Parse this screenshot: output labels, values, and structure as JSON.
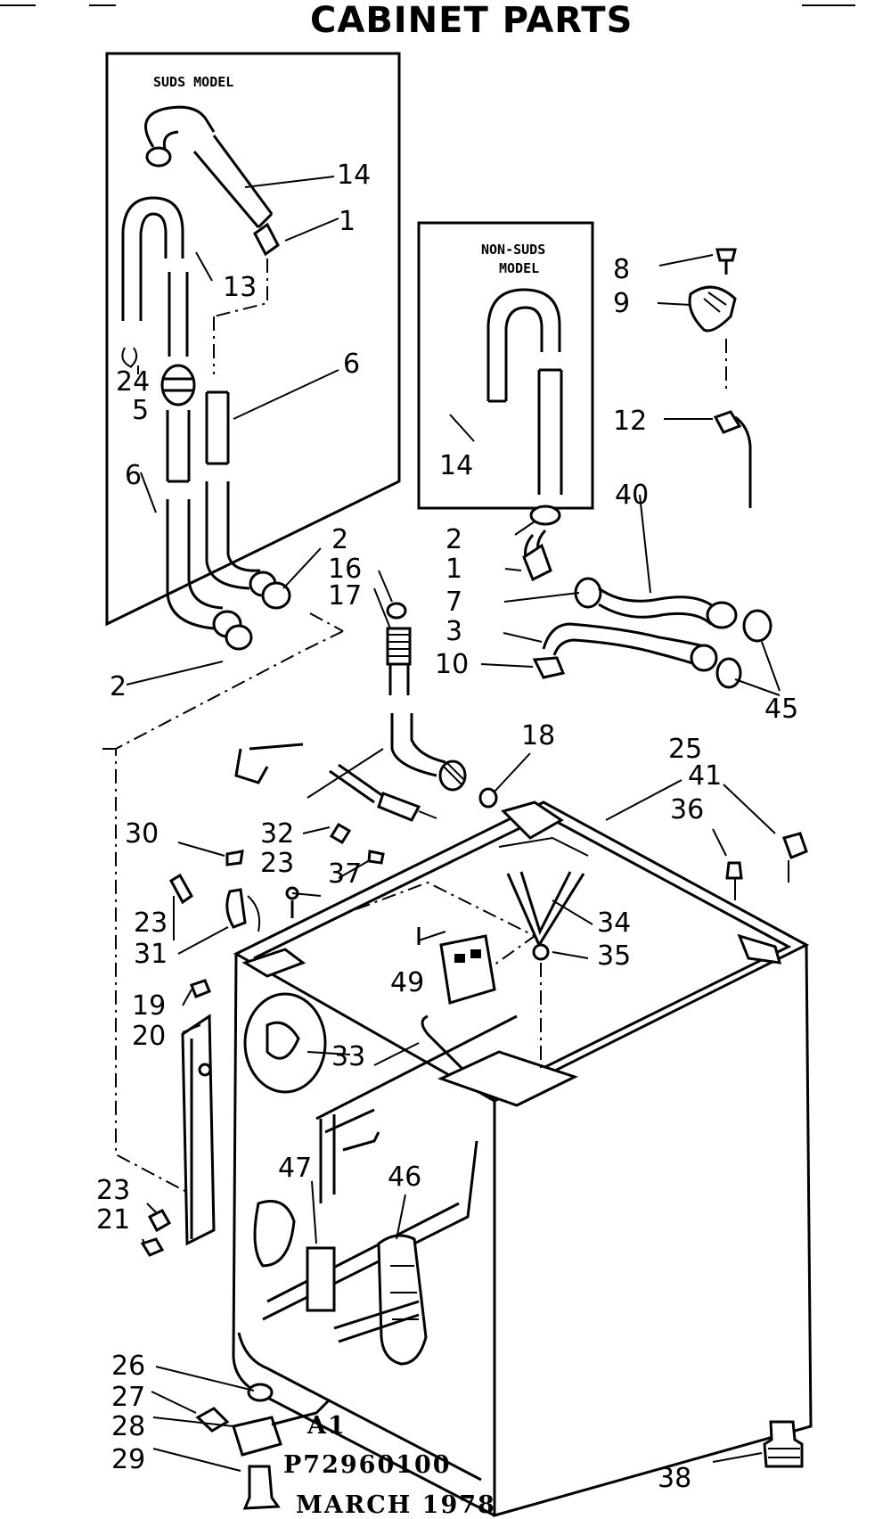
{
  "title": "CABINET PARTS",
  "panels": {
    "suds": "SUDS MODEL",
    "nonsuds_1": "NON-SUDS",
    "nonsuds_2": "MODEL"
  },
  "labels": {
    "l14a": "14",
    "l1a": "1",
    "l13": "13",
    "l6a": "6",
    "l24": "24",
    "l5": "5",
    "l6b": "6",
    "l2a": "2",
    "l2b": "2",
    "l16": "16",
    "l17": "17",
    "l14b": "14",
    "l8": "8",
    "l9": "9",
    "l12": "12",
    "l40": "40",
    "l2c": "2",
    "l1b": "1",
    "l7": "7",
    "l3": "3",
    "l10": "10",
    "l45": "45",
    "l18": "18",
    "l25": "25",
    "l41": "41",
    "l36": "36",
    "l30": "30",
    "l32": "32",
    "l23a": "23",
    "l37": "37",
    "l23b": "23",
    "l31": "31",
    "l34": "34",
    "l35": "35",
    "l19": "19",
    "l20": "20",
    "l49": "49",
    "l33": "33",
    "l47": "47",
    "l46": "46",
    "l23c": "23",
    "l21": "21",
    "l26": "26",
    "l27": "27",
    "l28": "28",
    "l29": "29",
    "l38": "38"
  },
  "footer": {
    "a1": "A1",
    "part_no": "P72960100",
    "date": "MARCH 1978"
  }
}
